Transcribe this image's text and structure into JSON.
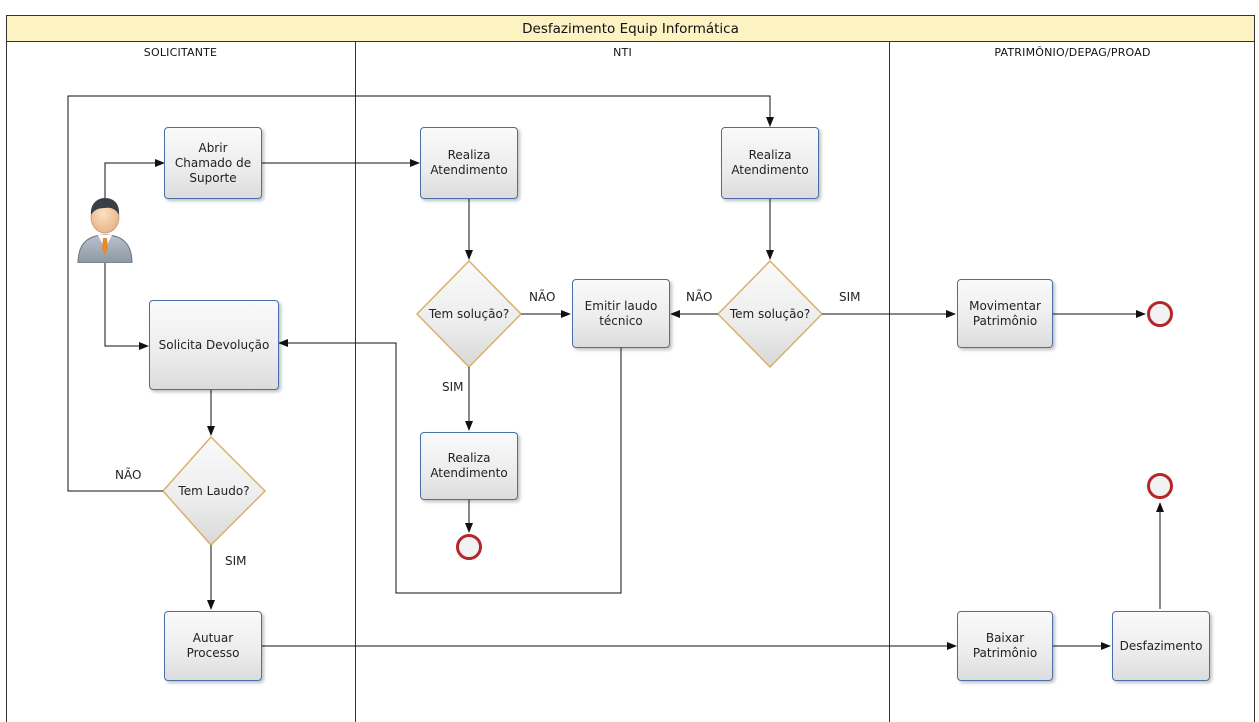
{
  "title": "Desfazimento Equip Informática",
  "lanes": [
    {
      "name": "SOLICITANTE"
    },
    {
      "name": "NTI"
    },
    {
      "name": "PATRIMÔNIO/DEPAG/PROAD"
    }
  ],
  "tasks": {
    "abrir_chamado": "Abrir Chamado de Suporte",
    "realiza_atendimento_1": "Realiza Atendimento",
    "realiza_atendimento_2": "Realiza Atendimento",
    "realiza_atendimento_3": "Realiza Atendimento",
    "emitir_laudo": "Emitir laudo técnico",
    "solicita_devolucao": "Solicita Devolução",
    "autuar_processo": "Autuar Processo",
    "movimentar_patrimonio": "Movimentar Patrimônio",
    "baixar_patrimonio": "Baixar Patrimônio",
    "desfazimento": "Desfazimento"
  },
  "decisions": {
    "tem_solucao_1": "Tem solução?",
    "tem_solucao_2": "Tem solução?",
    "tem_laudo": "Tem Laudo?"
  },
  "edge_labels": {
    "nao_1": "NÃO",
    "nao_2": "NÃO",
    "nao_3": "NÃO",
    "sim_1": "SIM",
    "sim_2": "SIM",
    "sim_3": "SIM"
  },
  "colors": {
    "title_bg": "#fcf2c2",
    "task_border": "#4a6fa5",
    "decision_border": "#d6b26a",
    "end_event": "#b5262b"
  }
}
